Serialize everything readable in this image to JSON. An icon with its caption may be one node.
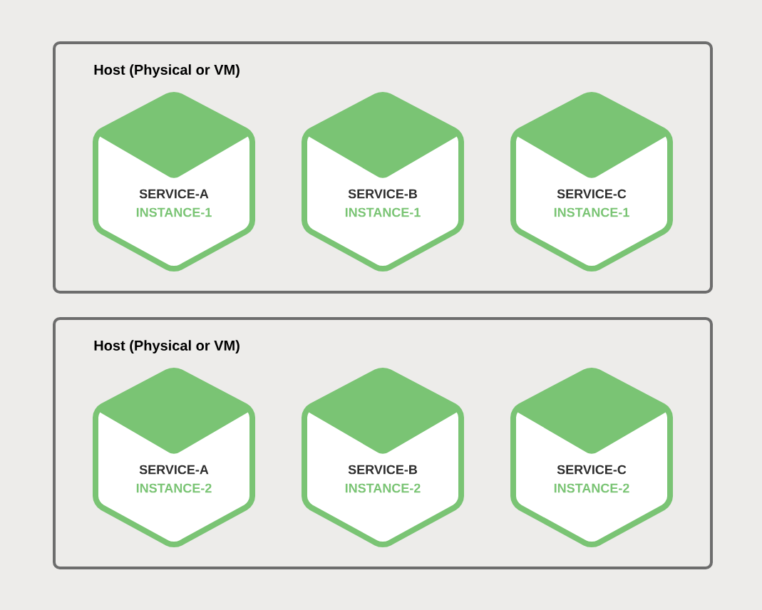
{
  "diagram": {
    "nodes": [
      {
        "text": [
          "Host (Physical or VM)"
        ]
      },
      {
        "text": [
          "SERVICE-A",
          "INSTANCE-1"
        ],
        "in": 0
      },
      {
        "text": [
          "SERVICE-B",
          "INSTANCE-1"
        ],
        "in": 0
      },
      {
        "text": [
          "SERVICE-C",
          "INSTANCE-1"
        ],
        "in": 0
      },
      {
        "text": [
          "Host (Physical or VM)"
        ]
      },
      {
        "text": [
          "SERVICE-A",
          "INSTANCE-2"
        ],
        "in": 4
      },
      {
        "text": [
          "SERVICE-B",
          "INSTANCE-2"
        ],
        "in": 4
      },
      {
        "text": [
          "SERVICE-C",
          "INSTANCE-2"
        ],
        "in": 4
      }
    ]
  }
}
